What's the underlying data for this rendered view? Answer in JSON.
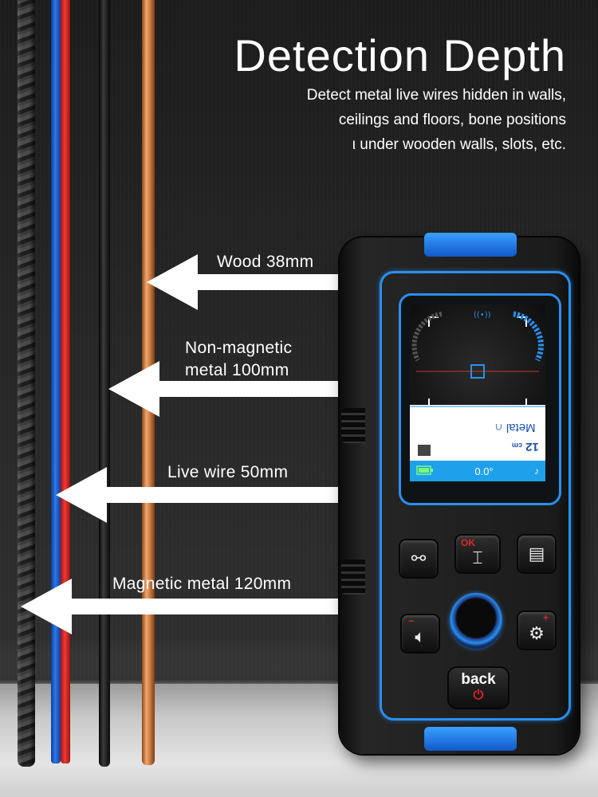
{
  "title": "Detection Depth",
  "subtitle": [
    "Detect metal live wires hidden in walls,",
    "ceilings and floors, bone positions",
    "ι under wooden walls, slots, etc."
  ],
  "arrows": [
    {
      "lines": [
        "Wood 38mm"
      ]
    },
    {
      "lines": [
        "Non-magnetic",
        "metal 100mm"
      ]
    },
    {
      "lines": [
        "Live wire 50mm"
      ]
    },
    {
      "lines": [
        "Magnetic metal 120mm"
      ]
    }
  ],
  "device": {
    "screen": {
      "mode": "Metal",
      "depth": "12",
      "unit": "cm",
      "readout": "0.0°"
    },
    "buttons": {
      "ok_mark": "OK",
      "minus_mark": "−",
      "plus_mark": "+",
      "back_label": "back"
    }
  },
  "colors": {
    "accent_blue": "#2a8ff0",
    "power_red": "#e0262a",
    "screen_bar": "#1fa0ea"
  }
}
